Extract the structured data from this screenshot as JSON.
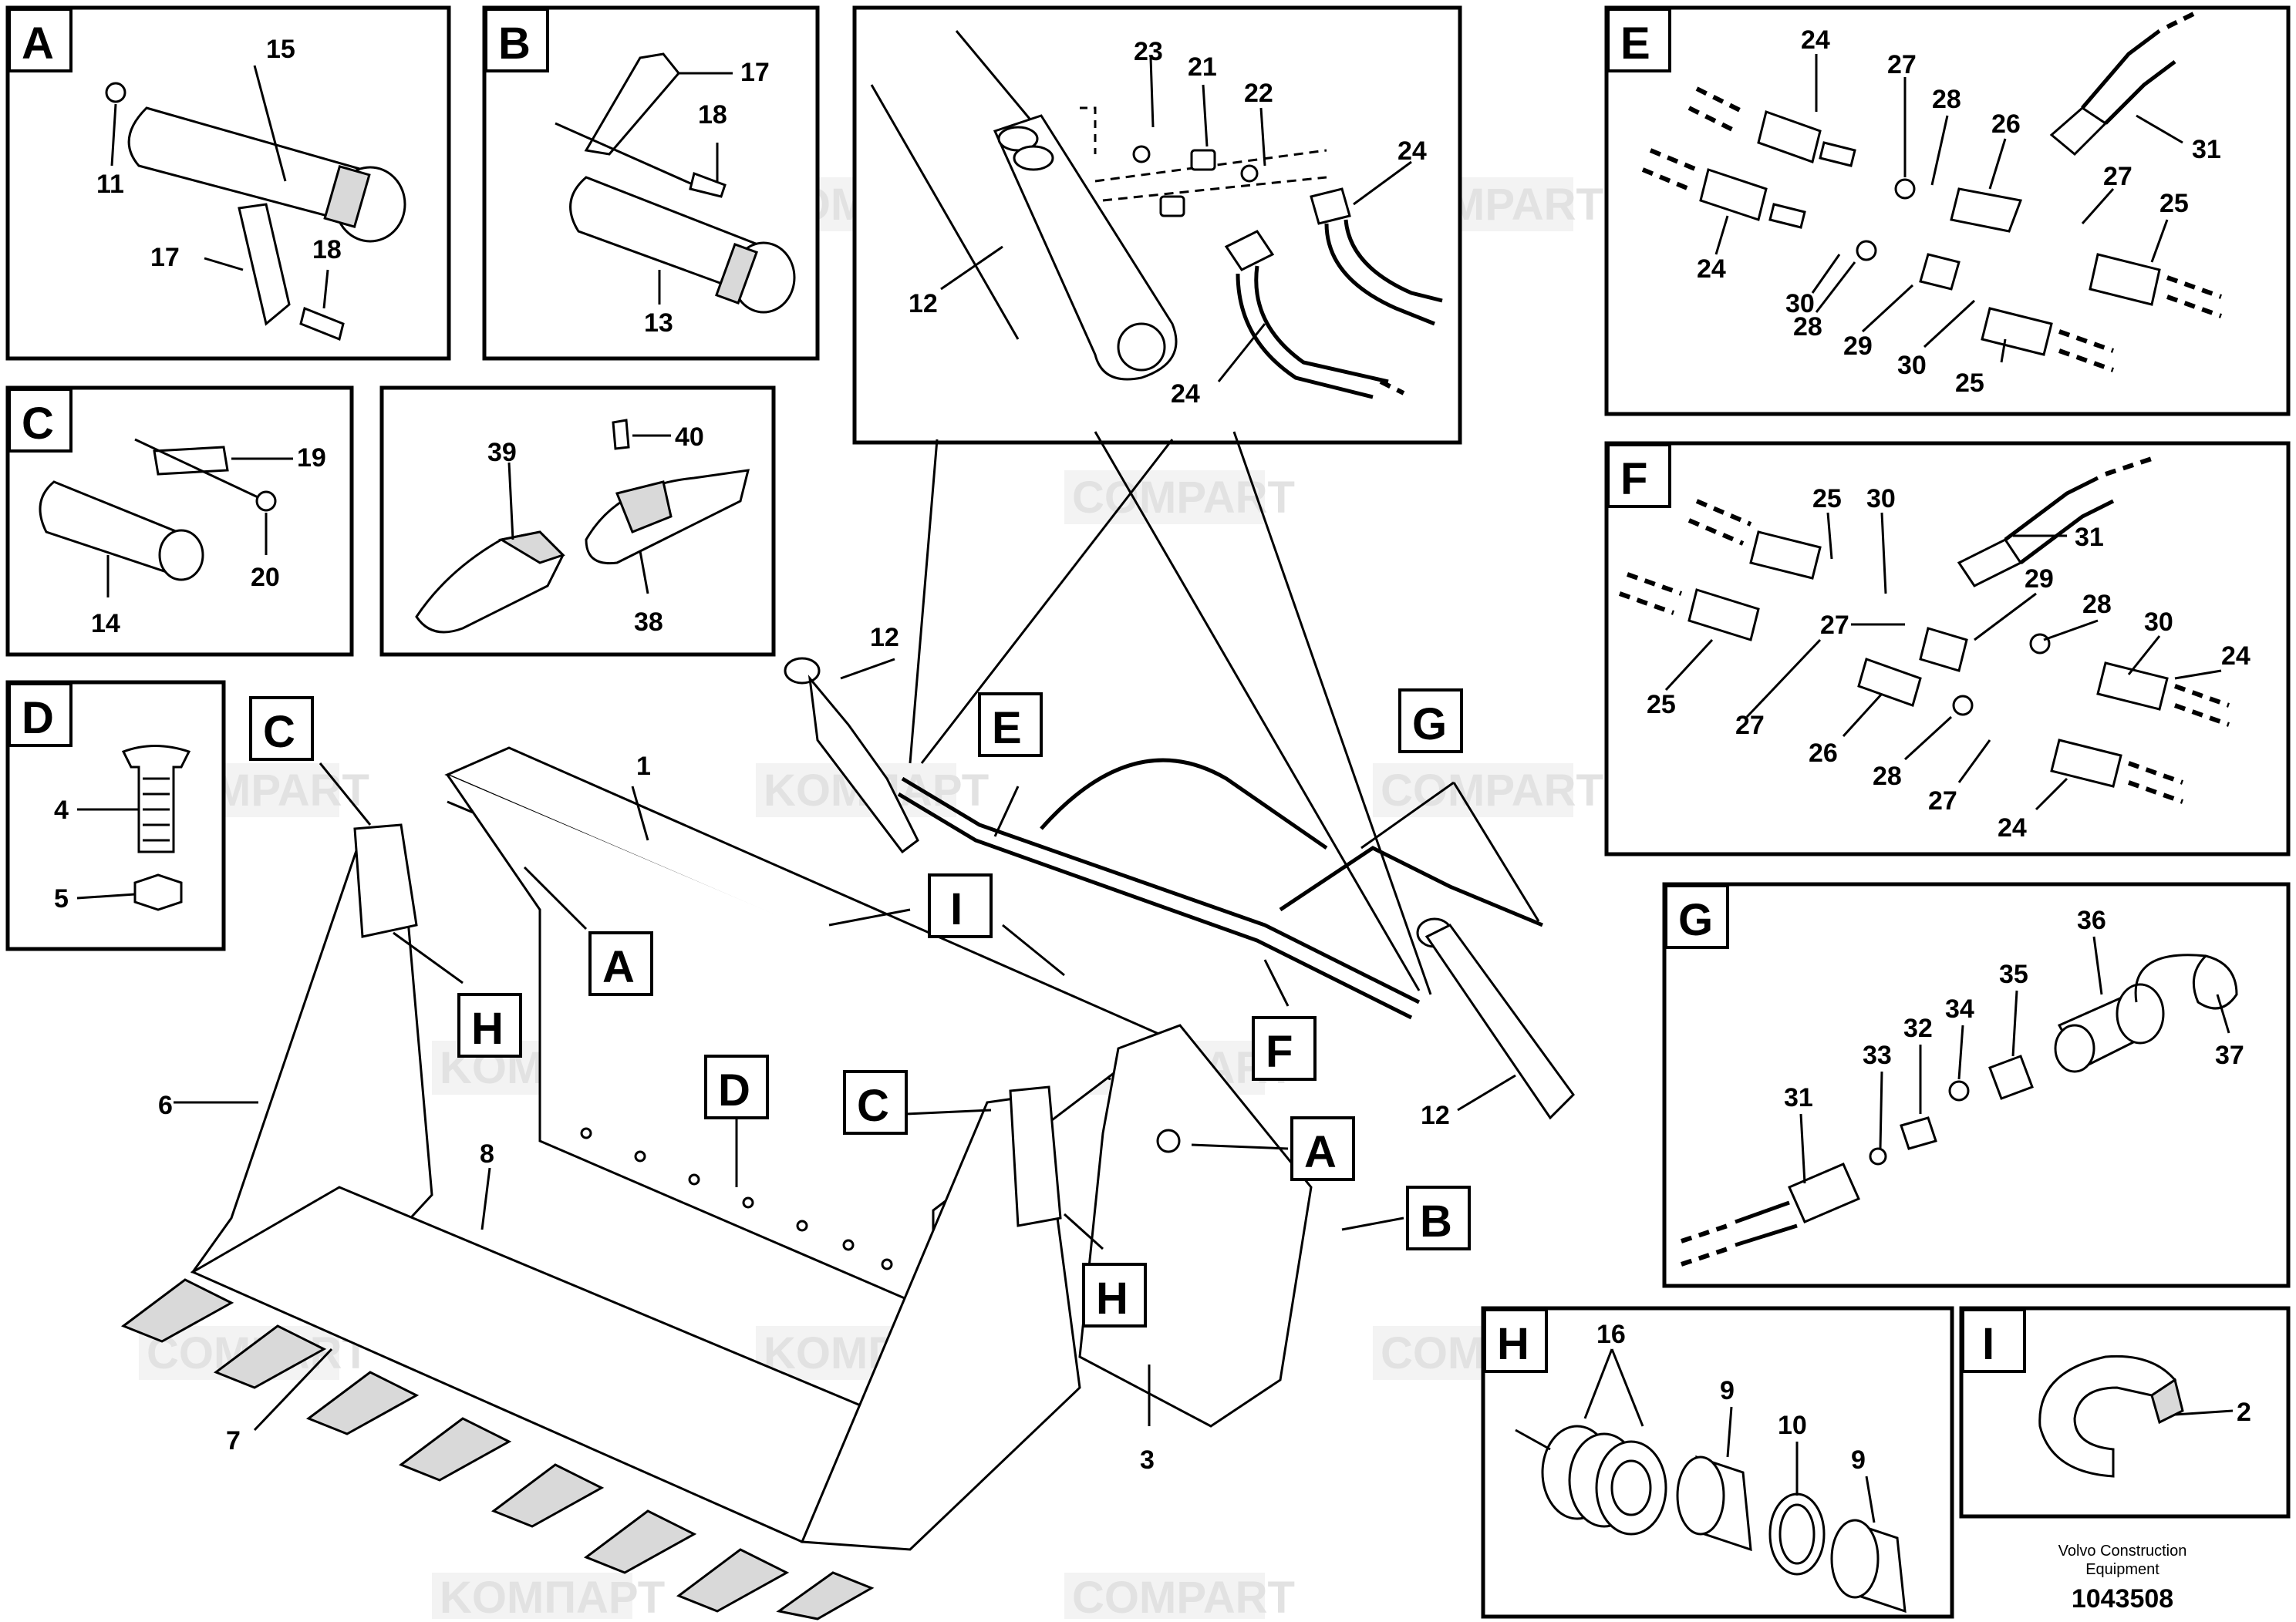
{
  "watermark": {
    "text_a": "KOMПАРТ",
    "text_b": "COMPART"
  },
  "panels": {
    "A": {
      "tag": "A",
      "labels": [
        "15",
        "11",
        "17",
        "18"
      ]
    },
    "B": {
      "tag": "B",
      "labels": [
        "17",
        "18",
        "13"
      ]
    },
    "C": {
      "tag": "C",
      "labels": [
        "19",
        "20",
        "14"
      ]
    },
    "tip": {
      "labels": [
        "40",
        "39",
        "38"
      ]
    },
    "D": {
      "tag": "D",
      "labels": [
        "4",
        "5"
      ]
    },
    "cyl": {
      "labels": [
        "23",
        "21",
        "22",
        "24",
        "12",
        "24"
      ]
    },
    "E": {
      "tag": "E",
      "labels": [
        "24",
        "27",
        "28",
        "26",
        "31",
        "27",
        "25",
        "24",
        "30",
        "28",
        "29",
        "30",
        "25"
      ]
    },
    "F": {
      "tag": "F",
      "labels": [
        "25",
        "30",
        "31",
        "29",
        "28",
        "30",
        "24",
        "27",
        "25",
        "27",
        "26",
        "28",
        "27",
        "24"
      ]
    },
    "G": {
      "tag": "G",
      "labels": [
        "36",
        "35",
        "34",
        "32",
        "33",
        "31",
        "37"
      ]
    },
    "H": {
      "tag": "H",
      "labels": [
        "16",
        "9",
        "10",
        "9"
      ]
    },
    "I": {
      "tag": "I",
      "labels": [
        "2"
      ]
    }
  },
  "main": {
    "callouts": [
      "C",
      "C",
      "A",
      "A",
      "B",
      "D",
      "E",
      "F",
      "G",
      "H",
      "H",
      "I"
    ],
    "labels": [
      "1",
      "3",
      "6",
      "7",
      "8",
      "12",
      "12"
    ]
  },
  "footer": {
    "company": "Volvo Construction",
    "company2": "Equipment",
    "drawing_number": "1043508"
  }
}
